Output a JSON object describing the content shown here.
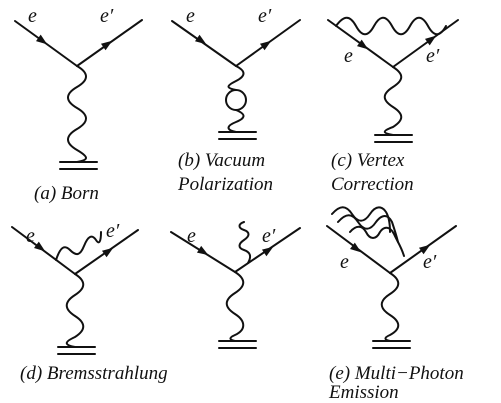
{
  "labels": {
    "incoming": "e",
    "outgoing": "e′"
  },
  "captions": {
    "a": [
      "(a) Born"
    ],
    "b": [
      "(b) Vacuum",
      "Polarization"
    ],
    "c": [
      "(c) Vertex",
      "Correction"
    ],
    "d": [
      "(d) Bremsstrahlung"
    ],
    "e": [
      "(e) Multi−Photon",
      "Emission"
    ]
  }
}
